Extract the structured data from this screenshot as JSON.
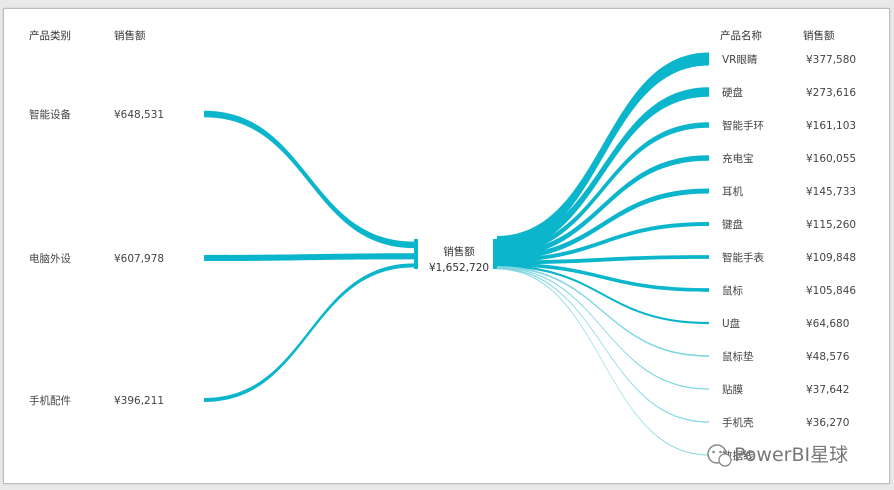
{
  "chart_data": {
    "type": "decomposition-flow",
    "left_headers": {
      "category": "产品类别",
      "value": "销售额"
    },
    "right_headers": {
      "category": "产品名称",
      "value": "销售额"
    },
    "center": {
      "label": "销售额",
      "value_text": "¥1,652,720",
      "value": 1652720
    },
    "left_nodes": [
      {
        "label": "智能设备",
        "value_text": "¥648,531",
        "value": 648531
      },
      {
        "label": "电脑外设",
        "value_text": "¥607,978",
        "value": 607978
      },
      {
        "label": "手机配件",
        "value_text": "¥396,211",
        "value": 396211
      }
    ],
    "right_nodes": [
      {
        "label": "VR眼睛",
        "value_text": "¥377,580",
        "value": 377580
      },
      {
        "label": "硬盘",
        "value_text": "¥273,616",
        "value": 273616
      },
      {
        "label": "智能手环",
        "value_text": "¥161,103",
        "value": 161103
      },
      {
        "label": "充电宝",
        "value_text": "¥160,055",
        "value": 160055
      },
      {
        "label": "耳机",
        "value_text": "¥145,733",
        "value": 145733
      },
      {
        "label": "键盘",
        "value_text": "¥115,260",
        "value": 115260
      },
      {
        "label": "智能手表",
        "value_text": "¥109,848",
        "value": 109848
      },
      {
        "label": "鼠标",
        "value_text": "¥105,846",
        "value": 105846
      },
      {
        "label": "U盘",
        "value_text": "¥64,680",
        "value": 64680
      },
      {
        "label": "鼠标垫",
        "value_text": "¥48,576",
        "value": 48576
      },
      {
        "label": "贴膜",
        "value_text": "¥37,642",
        "value": 37642
      },
      {
        "label": "手机壳",
        "value_text": "¥36,270",
        "value": 36270
      },
      {
        "label": "数据线",
        "value_text": "",
        "value": null
      }
    ],
    "colors": {
      "flow": "#0bb5cc",
      "flow_light": "#7fd6e2"
    }
  },
  "watermark": {
    "text": "PowerBI星球",
    "icon": "wechat-icon"
  }
}
